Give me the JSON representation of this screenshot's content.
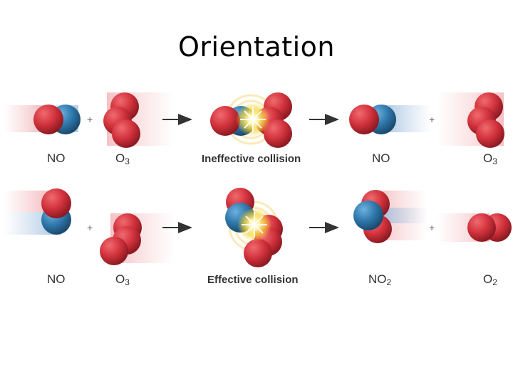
{
  "title": "Orientation",
  "row1": {
    "plus1": "+",
    "plus2": "+",
    "labels": {
      "reactant1": "NO",
      "reactant2_base": "O",
      "reactant2_sub": "3",
      "caption": "Ineffective collision",
      "product1": "NO",
      "product2_base": "O",
      "product2_sub": "3"
    }
  },
  "row2": {
    "plus1": "+",
    "plus2": "+",
    "labels": {
      "reactant1": "NO",
      "reactant2_base": "O",
      "reactant2_sub": "3",
      "caption": "Effective collision",
      "product1_base": "NO",
      "product1_sub": "2",
      "product2_base": "O",
      "product2_sub": "2"
    }
  },
  "colors": {
    "oxygen": "#d2323c",
    "nitrogen": "#2f78ac",
    "arrow": "#333333",
    "flash": "#f7d234"
  }
}
